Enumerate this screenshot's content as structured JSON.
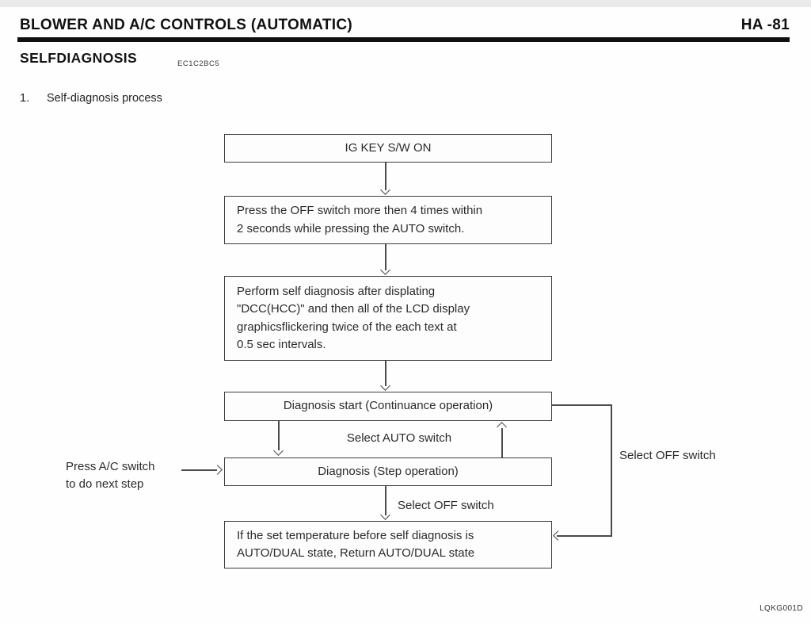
{
  "header": {
    "title": "BLOWER AND A/C CONTROLS (AUTOMATIC)",
    "page_number": "HA -81"
  },
  "section": {
    "title": "SELFDIAGNOSIS",
    "code": "EC1C2BC5",
    "item_number": "1.",
    "item_label": "Self-diagnosis process"
  },
  "flowchart": {
    "nodes": [
      {
        "id": "ig-key-on",
        "text": "IG KEY S/W ON"
      },
      {
        "id": "press-off-switch",
        "text": "Press the OFF switch more then 4 times within\n2 seconds while pressing the AUTO switch."
      },
      {
        "id": "perform-self-diagnosis",
        "text": "Perform self diagnosis after displating\n\"DCC(HCC)\" and then all of the LCD display\ngraphicsflickering twice of the each text at\n0.5 sec intervals."
      },
      {
        "id": "diagnosis-start",
        "text": "Diagnosis start (Continuance operation)"
      },
      {
        "id": "diagnosis-step",
        "text": "Diagnosis (Step operation)"
      },
      {
        "id": "return-state",
        "text": "If the set temperature before self diagnosis is\nAUTO/DUAL state, Return AUTO/DUAL state"
      }
    ],
    "labels": {
      "select_auto": "Select AUTO switch",
      "select_off_step": "Select OFF switch",
      "select_off_loop": "Select OFF switch",
      "press_ac": "Press A/C switch\nto do next step"
    }
  },
  "footer": {
    "figure_code": "LQKG001D"
  },
  "colors": {
    "ink": "#1e1e1e",
    "line": "#4a4a4a",
    "rule": "#101010",
    "background": "#fefefe"
  }
}
